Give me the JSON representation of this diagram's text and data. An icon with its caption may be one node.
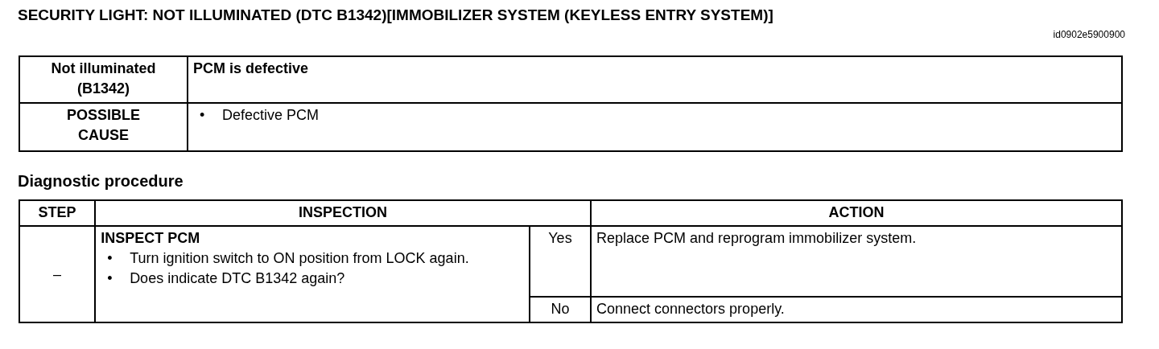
{
  "diagram": {
    "title": "SECURITY LIGHT: NOT ILLUMINATED (DTC B1342)[IMMOBILIZER SYSTEM (KEYLESS ENTRY SYSTEM)]",
    "labels": [
      "id0902e5900900",
      "Not illuminated (B1342)",
      "PCM is defective",
      "POSSIBLE CAUSE",
      "•",
      "Defective PCM",
      "Diagnostic procedure",
      "STEP",
      "INSPECTION",
      "ACTION",
      "–",
      "INSPECT PCM",
      "•",
      "Turn ignition switch to ON position from LOCK again.",
      "Yes",
      "Replace PCM and reprogram immobilizer system.",
      "•",
      "Does indicate DTC B1342 again?",
      "No",
      "Connect connectors properly."
    ]
  }
}
